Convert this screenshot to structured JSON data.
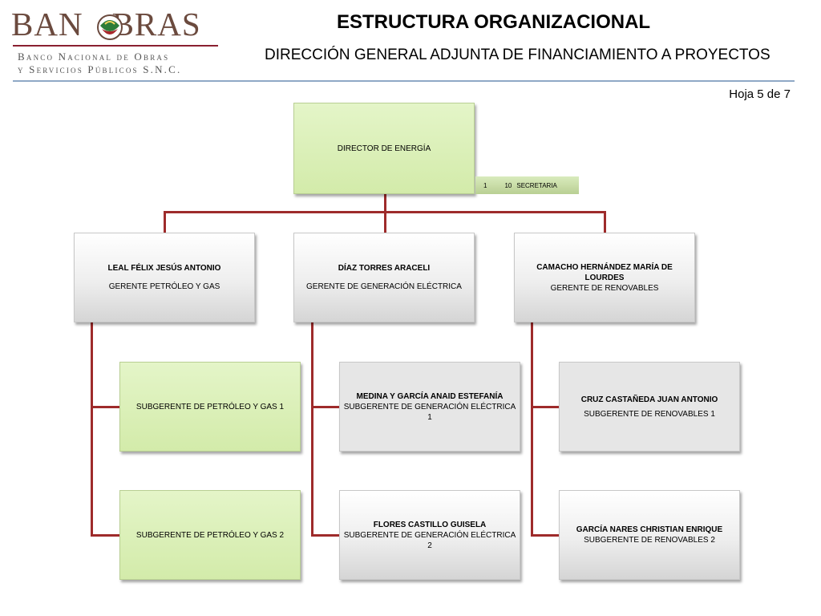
{
  "header": {
    "logo_word_left": "BAN",
    "logo_word_right": "BRAS",
    "logo_subtitle_line1": "Banco Nacional de Obras",
    "logo_subtitle_line2": "y Servicios Públicos S.N.C.",
    "title": "ESTRUCTURA ORGANIZACIONAL",
    "subtitle": "DIRECCIÓN GENERAL ADJUNTA DE FINANCIAMIENTO A PROYECTOS",
    "sheet": "Hoja 5 de 7"
  },
  "colors": {
    "connector": "#9e2b2b",
    "green_box": "#d9f0b8",
    "grey_box": "#e6e6e6",
    "rule": "#8fa9c6",
    "logo_brown": "#6b4a3e"
  },
  "org": {
    "director": {
      "title": "DIRECTOR  DE ENERGÍA"
    },
    "secretary": {
      "num1": "1",
      "num2": "10",
      "label": "SECRETARIA"
    },
    "managers": [
      {
        "name": "LEAL FÉLIX JESÚS ANTONIO",
        "title": "GERENTE PETRÓLEO Y GAS"
      },
      {
        "name": "DÍAZ TORRES ARACELI",
        "title": "GERENTE DE GENERACIÓN ELÉCTRICA"
      },
      {
        "name": "CAMACHO HERNÁNDEZ MARÍA DE LOURDES",
        "title": "GERENTE DE RENOVABLES"
      }
    ],
    "sub_petroleo": [
      {
        "title": "SUBGERENTE DE PETRÓLEO Y GAS 1"
      },
      {
        "title": "SUBGERENTE DE PETRÓLEO Y GAS 2"
      }
    ],
    "sub_generacion": [
      {
        "name": "MEDINA Y GARCÍA ANAID ESTEFANÍA",
        "title": "SUBGERENTE DE GENERACIÓN ELÉCTRICA  1"
      },
      {
        "name": "FLORES CASTILLO GUISELA",
        "title": "SUBGERENTE DE GENERACIÓN ELÉCTRICA  2"
      }
    ],
    "sub_renovables": [
      {
        "name": "CRUZ CASTAÑEDA JUAN ANTONIO",
        "title": "SUBGERENTE DE RENOVABLES 1"
      },
      {
        "name": "GARCÍA NARES CHRISTIAN ENRIQUE",
        "title": "SUBGERENTE DE RENOVABLES 2"
      }
    ]
  }
}
